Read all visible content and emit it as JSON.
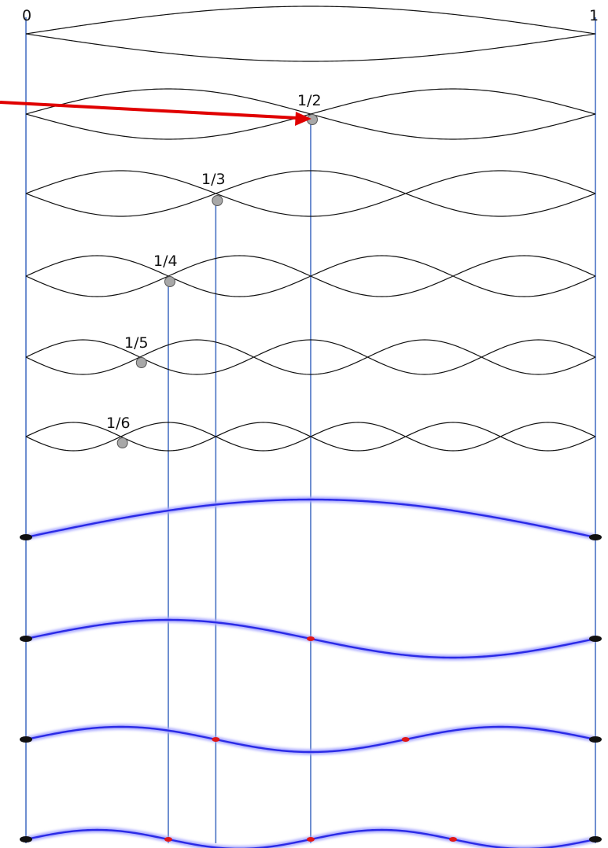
{
  "labels": {
    "left_end": "0",
    "right_end": "1",
    "harmonic_2": "1/2",
    "harmonic_3": "1/3",
    "harmonic_4": "1/4",
    "harmonic_5": "1/5",
    "harmonic_6": "1/6"
  },
  "standing_wave_rows": [
    {
      "harmonic": 1
    },
    {
      "harmonic": 2,
      "node_label": "1/2"
    },
    {
      "harmonic": 3,
      "node_label": "1/3"
    },
    {
      "harmonic": 4,
      "node_label": "1/4"
    },
    {
      "harmonic": 5,
      "node_label": "1/5"
    },
    {
      "harmonic": 6,
      "node_label": "1/6"
    }
  ],
  "string_snapshot_rows": [
    {
      "mode": 1
    },
    {
      "mode": 2
    },
    {
      "mode": 3
    },
    {
      "mode": 4
    }
  ],
  "colors": {
    "wave_outline": "#111111",
    "guide_line": "#4a72c4",
    "string": "#2a2ae6",
    "string_glow": "#a8a8ff",
    "node_marker": "#e01818",
    "endpoint": "#111111",
    "node_dot": "#a8a8a8",
    "arrow": "#e00000"
  }
}
